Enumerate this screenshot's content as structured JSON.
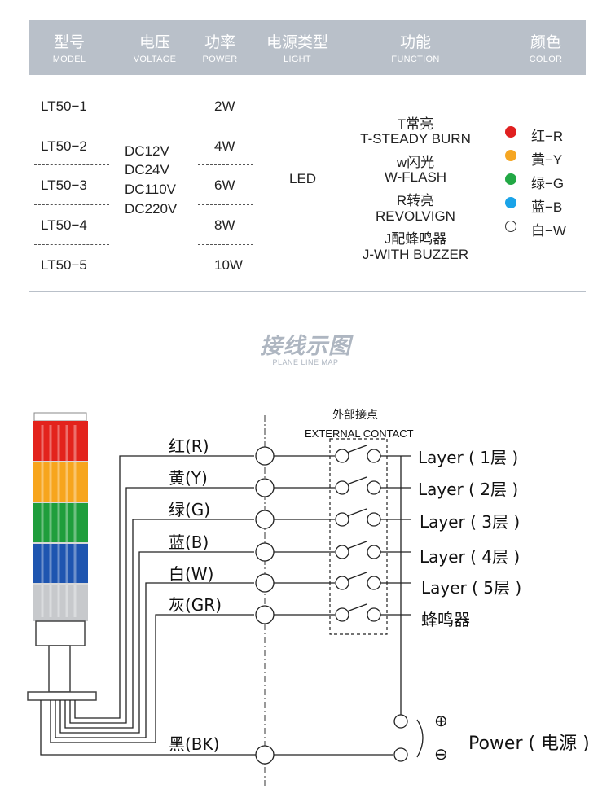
{
  "header": [
    {
      "zh": "型号",
      "en": "MODEL"
    },
    {
      "zh": "电压",
      "en": "VOLTAGE"
    },
    {
      "zh": "功率",
      "en": "POWER"
    },
    {
      "zh": "电源类型",
      "en": "LIGHT"
    },
    {
      "zh": "功能",
      "en": "FUNCTION"
    },
    {
      "zh": "颜色",
      "en": "COLOR"
    }
  ],
  "models": [
    "LT50−1",
    "LT50−2",
    "LT50−3",
    "LT50−4",
    "LT50−5"
  ],
  "voltages": [
    "DC12V",
    "DC24V",
    "DC110V",
    "DC220V"
  ],
  "powers": [
    "2W",
    "4W",
    "6W",
    "8W",
    "10W"
  ],
  "light": "LED",
  "functions": [
    "T常亮",
    "T-STEADY BURN",
    "w闪光",
    "W-FLASH",
    "R转亮",
    "REVOLVIGN",
    "J配蜂鸣器",
    "J-WITH BUZZER"
  ],
  "colors": [
    {
      "label": "红−R",
      "color": "#e02020"
    },
    {
      "label": "黄−Y",
      "color": "#f5a623"
    },
    {
      "label": "绿−G",
      "color": "#22a845"
    },
    {
      "label": "蓝−B",
      "color": "#1aa3e8"
    },
    {
      "label": "白−W",
      "color": "#ffffff"
    }
  ],
  "diagram": {
    "title_zh": "接线示图",
    "title_en": "PLANE LINE MAP",
    "contact_zh": "外部接点",
    "contact_en": "EXTERNAL CONTACT",
    "wires": [
      "红(R)",
      "黄(Y)",
      "绿(G)",
      "蓝(B)",
      "白(W)",
      "灰(GR)"
    ],
    "ground": "黑(BK)",
    "layers": [
      "Layer ( 1层 )",
      "Layer ( 2层 )",
      "Layer ( 3层 )",
      "Layer ( 4层 )",
      "Layer ( 5层 )",
      "蜂鸣器"
    ],
    "plus": "⊕",
    "minus": "⊖",
    "power": "Power ( 电源 )"
  },
  "tower_colors": [
    "#e3231c",
    "#f7a51d",
    "#1f9e3c",
    "#1e55b0",
    "#c7c9cc"
  ]
}
